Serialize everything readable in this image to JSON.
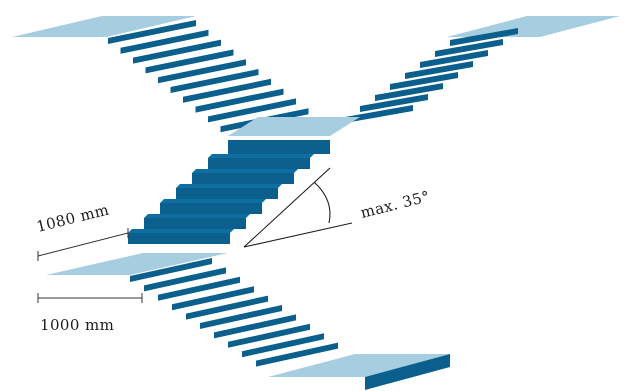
{
  "labels": {
    "width_upper": "1080 mm",
    "width_lower": "1000 mm",
    "angle": "max. 35°"
  },
  "colors": {
    "step_front": "#0a5f8c",
    "platform": "#a7cde0",
    "text": "#1d1d1b",
    "background": "#ffffff"
  }
}
